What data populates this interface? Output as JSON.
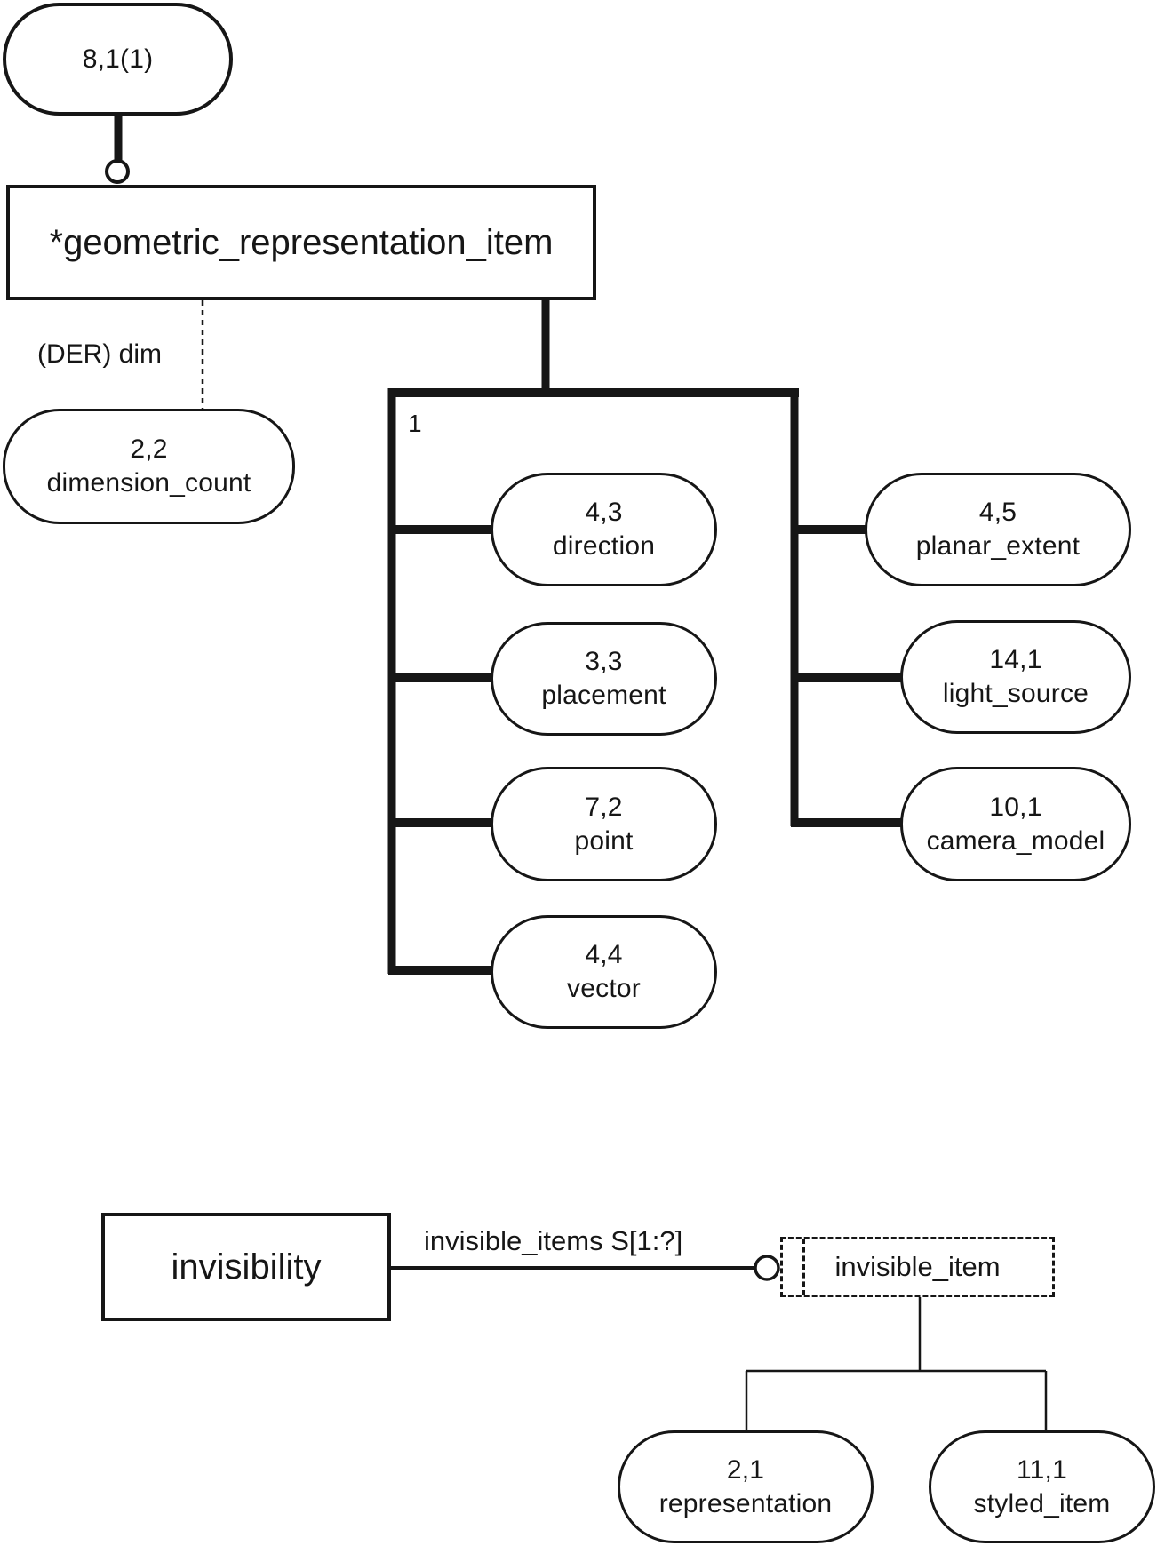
{
  "colors": {
    "ink": "#161616",
    "background": "#ffffff"
  },
  "diagram": {
    "top": {
      "page_ref": {
        "label": "8,1(1)"
      },
      "entity": {
        "label": "*geometric_representation_item"
      },
      "derived_attribute_label": "(DER) dim",
      "dimension_count": {
        "ref": "2,2",
        "label": "dimension_count"
      },
      "subtype_marker": "1",
      "left_subtypes": [
        {
          "ref": "4,3",
          "label": "direction"
        },
        {
          "ref": "3,3",
          "label": "placement"
        },
        {
          "ref": "7,2",
          "label": "point"
        },
        {
          "ref": "4,4",
          "label": "vector"
        }
      ],
      "right_subtypes": [
        {
          "ref": "4,5",
          "label": "planar_extent"
        },
        {
          "ref": "14,1",
          "label": "light_source"
        },
        {
          "ref": "10,1",
          "label": "camera_model"
        }
      ]
    },
    "bottom": {
      "entity": {
        "label": "invisibility"
      },
      "attribute_label": "invisible_items S[1:?]",
      "select_type": {
        "label": "invisible_item"
      },
      "select_options": [
        {
          "ref": "2,1",
          "label": "representation"
        },
        {
          "ref": "11,1",
          "label": "styled_item"
        }
      ]
    }
  }
}
